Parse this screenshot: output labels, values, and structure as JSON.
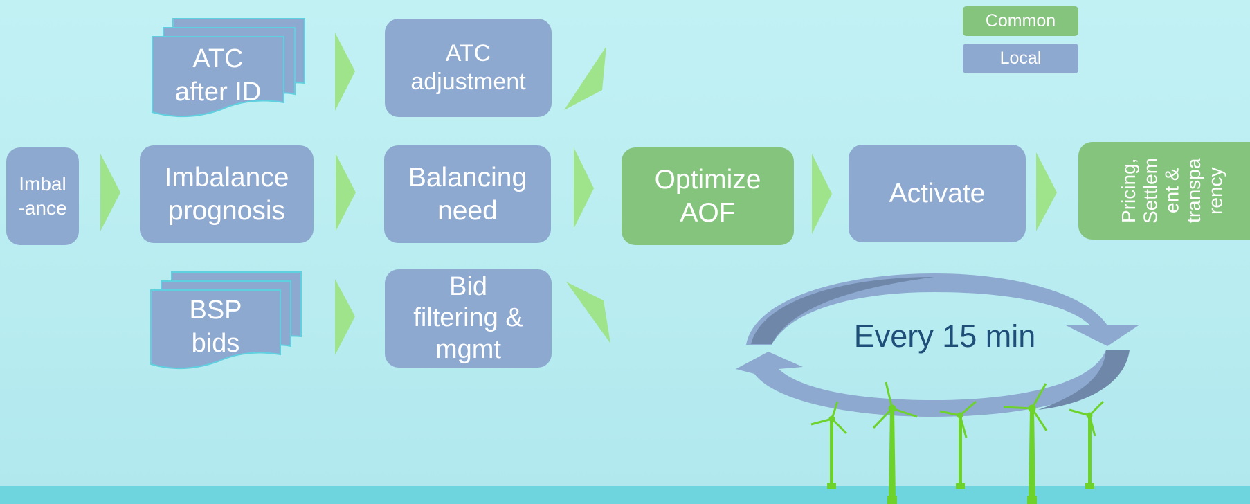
{
  "legend": {
    "common": "Common",
    "local": "Local"
  },
  "nodes": {
    "imbalance": "Imbal\n-ance",
    "atc_after_id": "ATC\nafter ID",
    "atc_adjustment": "ATC\nadjustment",
    "imbalance_prognosis": "Imbalance\nprognosis",
    "balancing_need": "Balancing\nneed",
    "optimize_aof": "Optimize\nAOF",
    "activate": "Activate",
    "pricing": "Pricing,\nSettlem\nent &\ntranspa\nrency",
    "bsp_bids": "BSP\nbids",
    "bid_filtering": "Bid\nfiltering &\nmgmt"
  },
  "cycle": {
    "label": "Every 15 min"
  },
  "colors": {
    "local": "#8ea9d0",
    "common": "#84c47d",
    "arrow": "#9fe38a",
    "cycle_text": "#1f4e79",
    "turbine": "#6dd22a",
    "ground": "#6ed4de"
  }
}
